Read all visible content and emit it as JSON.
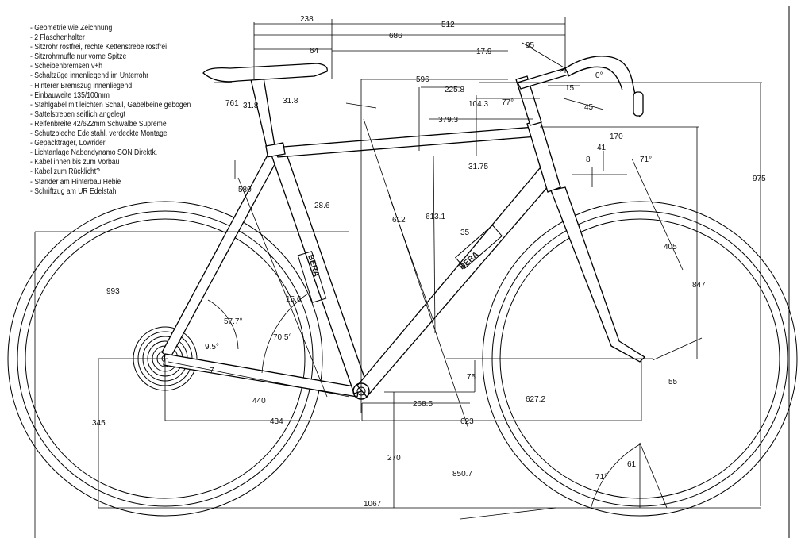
{
  "notes": [
    "- Geometrie wie Zeichnung",
    "- 2 Flaschenhalter",
    "- Sitzrohr rostfrei, rechte Kettenstrebe rostfrei",
    "- Sitzrohrmuffe nur vorne Spitze",
    "- Scheibenbremsen v+h",
    "- Schaltzüge innenliegend im Unterrohr",
    "- Hinterer Bremszug innenliegend",
    "- Einbauweite 135/100mm",
    "- Stahlgabel mit leichten Schall, Gabelbeine gebogen",
    "- Sattelstreben seitlich angelegt",
    "- Reifenbreite 42/622mm Schwalbe Supreme",
    "- Schutzbleche Edelstahl, verdeckte Montage",
    "- Gepäckträger, Lowrider",
    "- Lichtanlage Nabendynamo SON Direktk.",
    "- Kabel innen bis zum Vorbau",
    "- Kabel zum Rücklicht?",
    "- Ständer am Hinterbau Hebie",
    "- Schriftzug am UR Edelstahl"
  ],
  "frame_decal": "BERA",
  "dimensions": {
    "d238": "238",
    "d512": "512",
    "d686": "686",
    "d64": "64",
    "d17_9": "17.9",
    "d95": "95",
    "d596": "596",
    "d225_8": "225.8",
    "d104_3": "104.3",
    "d77": "77°",
    "d15": "15",
    "d45": "45",
    "d0": "0°",
    "d761": "761",
    "d31_8a": "31.8",
    "d31_8b": "31.8",
    "d379_3": "379.3",
    "d170": "170",
    "d41": "41",
    "d8": "8",
    "d71top": "71°",
    "d31_75": "31.75",
    "d975": "975",
    "d580": "580",
    "d28_6": "28.6",
    "d612": "612",
    "d613_1": "613.1",
    "d35": "35",
    "d405": "405",
    "d993": "993",
    "d847": "847",
    "d15_6": "15.6",
    "d57_7": "57.7°",
    "d70_5": "70.5°",
    "d9_5": "9.5°",
    "d7": "7",
    "d75": "75",
    "d55": "55",
    "d440": "440",
    "d268_5": "268.5",
    "d627_2": "627.2",
    "d434": "434",
    "d623": "623",
    "d345": "345",
    "d270": "270",
    "d61": "61",
    "d71bot": "71°",
    "d850_7": "850.7",
    "d1067": "1067"
  }
}
